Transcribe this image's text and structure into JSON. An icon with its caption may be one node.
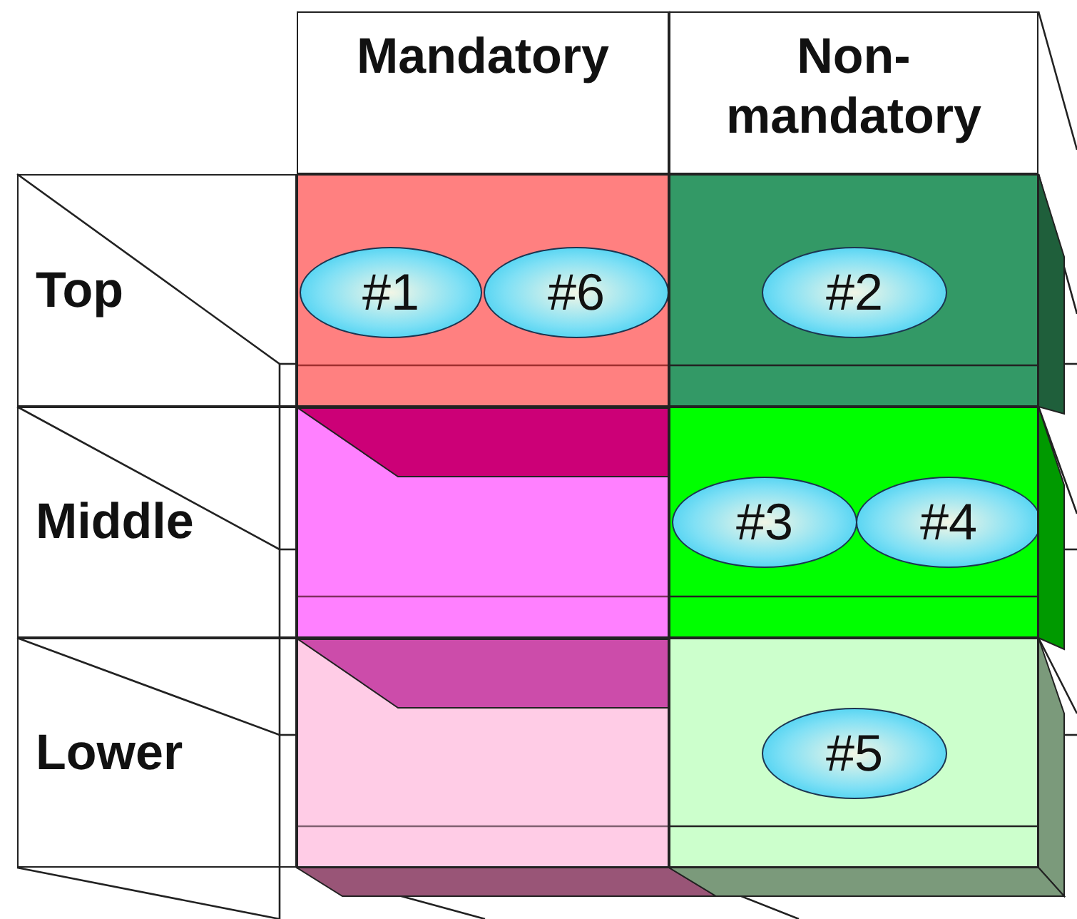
{
  "diagram": {
    "nodes": [
      {
        "text": [
          "Mandatory"
        ]
      },
      {
        "text": [
          "Non- mandatory"
        ]
      },
      {
        "text": [
          "Top"
        ]
      },
      {
        "text": [],
        "shape": "box"
      },
      {
        "text": [
          "#1"
        ],
        "in": 3
      },
      {
        "text": [
          "#6"
        ],
        "in": 3
      },
      {
        "text": [],
        "shape": "box"
      },
      {
        "text": [
          "#2"
        ],
        "in": 6
      },
      {
        "text": [
          "Middle"
        ]
      },
      {
        "text": [],
        "shape": "box"
      },
      {
        "text": [],
        "shape": "box"
      },
      {
        "text": [
          "#3"
        ],
        "in": 10
      },
      {
        "text": [
          "#4"
        ],
        "in": 10
      },
      {
        "text": [
          "Lower"
        ]
      },
      {
        "text": [],
        "shape": "box"
      },
      {
        "text": [],
        "shape": "box"
      },
      {
        "text": [
          "#5"
        ],
        "in": 15
      }
    ],
    "edges": []
  }
}
